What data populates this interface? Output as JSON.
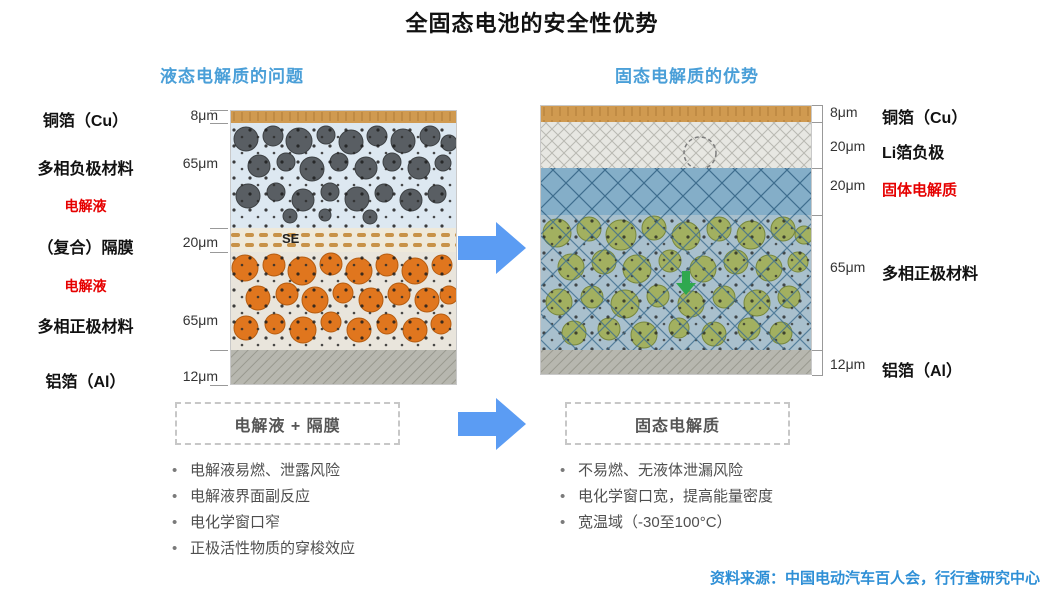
{
  "title": "全固态电池的安全性优势",
  "left": {
    "heading": "液态电解质的问题",
    "labels": {
      "cu": "铜箔（Cu）",
      "anode": "多相负极材料",
      "electrolyte1": "电解液",
      "separator": "（复合）隔膜",
      "electrolyte2": "电解液",
      "cathode": "多相正极材料",
      "al": "铝箔（Al）"
    },
    "thickness": {
      "cu": "8μm",
      "anode": "65μm",
      "separator": "20μm",
      "cathode": "65μm",
      "al": "12μm"
    },
    "se_label": "SE",
    "box_label": "电解液 + 隔膜",
    "bullets": [
      "电解液易燃、泄露风险",
      "电解液界面副反应",
      "电化学窗口窄",
      "正极活性物质的穿梭效应"
    ]
  },
  "right": {
    "heading": "固态电解质的优势",
    "labels": {
      "cu": "铜箔（Cu）",
      "li_anode": "Li箔负极",
      "solid_electrolyte": "固体电解质",
      "cathode": "多相正极材料",
      "al": "铝箔（Al）"
    },
    "thickness": {
      "cu": "8μm",
      "li_anode": "20μm",
      "solid_electrolyte": "20μm",
      "cathode": "65μm",
      "al": "12μm"
    },
    "box_label": "固态电解质",
    "bullets": [
      "不易燃、无液体泄漏风险",
      "电化学窗口宽，提高能量密度",
      "宽温域（-30至100°C）"
    ]
  },
  "source": "资料来源：中国电动汽车百人会，行行查研究中心",
  "colors": {
    "heading_blue": "#4a9fd8",
    "arrow_blue": "#5b9cf3",
    "label_red": "#e60000",
    "source_blue": "#2e8fd6"
  }
}
